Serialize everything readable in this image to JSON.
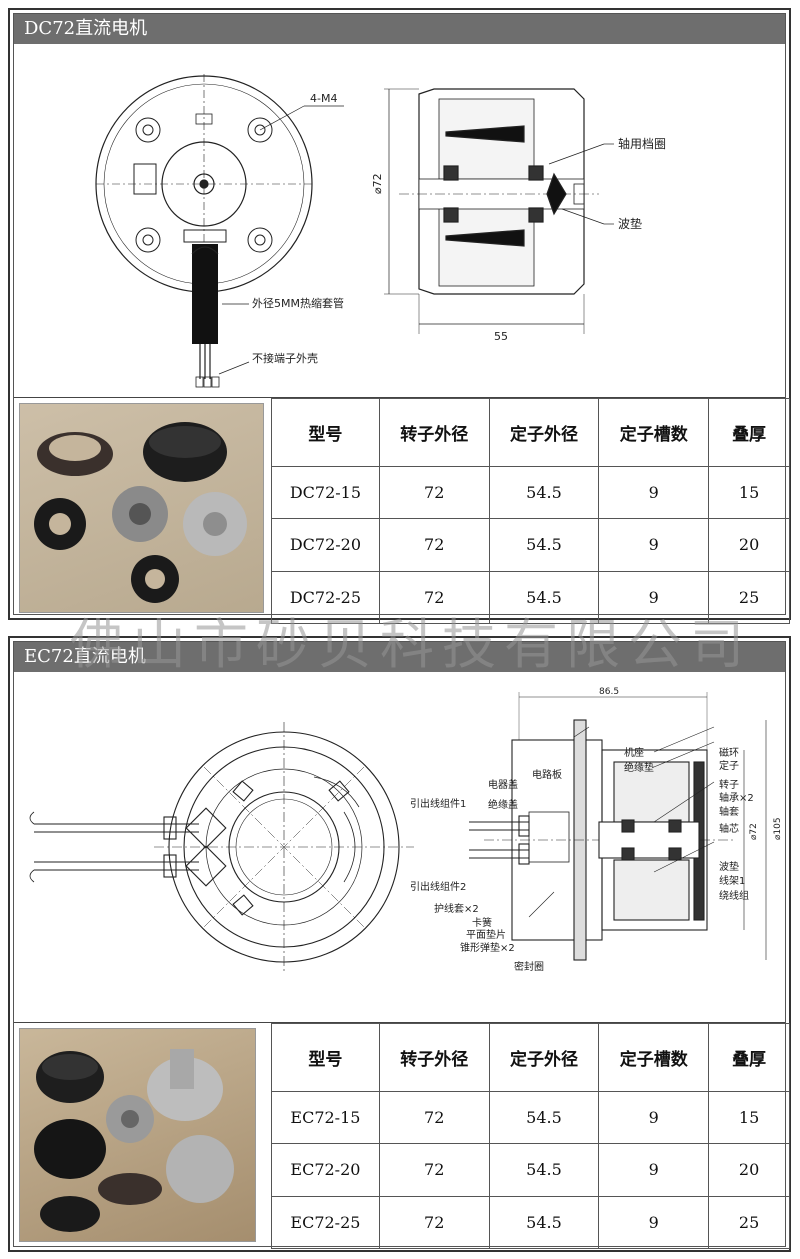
{
  "watermark": "佛山市砂贝科技有限公司",
  "dc": {
    "title": "DC72直流电机",
    "labels": {
      "m4": "4-M4",
      "sleeve": "外径5MM热缩套管",
      "no_terminal": "不接端子外壳",
      "bearing_ring": "轴用档圈",
      "wave_washer": "波垫",
      "dia": "⌀72",
      "length": "55"
    },
    "table": {
      "headers": [
        "型号",
        "转子外径",
        "定子外径",
        "定子槽数",
        "叠厚"
      ],
      "rows": [
        [
          "DC72-15",
          "72",
          "54.5",
          "9",
          "15"
        ],
        [
          "DC72-20",
          "72",
          "54.5",
          "9",
          "20"
        ],
        [
          "DC72-25",
          "72",
          "54.5",
          "9",
          "25"
        ]
      ]
    }
  },
  "ec": {
    "title": "EC72直流电机",
    "labels": {
      "lead1": "引出线组件1",
      "lead2": "引出线组件2",
      "sheath": "护线套×2",
      "circlip": "卡簧",
      "flat_washer": "平面垫片",
      "cone_washer": "锥形弹垫×2",
      "seal": "密封圈",
      "pcb_cover": "电器盖",
      "insulation_cover": "绝缘盖",
      "pcb": "电路板",
      "base": "机座",
      "insulation_pad": "绝缘垫",
      "magnet_ring": "磁环",
      "stator": "定子",
      "rotor": "转子",
      "bearing": "轴承×2",
      "shaft_sleeve": "轴套",
      "shaft_core": "轴芯",
      "wave_washer": "波垫",
      "frame": "线架1",
      "winding": "绕线组",
      "dim_width": "86.5",
      "dim_d72": "⌀72",
      "dim_d105": "⌀105"
    },
    "table": {
      "headers": [
        "型号",
        "转子外径",
        "定子外径",
        "定子槽数",
        "叠厚"
      ],
      "rows": [
        [
          "EC72-15",
          "72",
          "54.5",
          "9",
          "15"
        ],
        [
          "EC72-20",
          "72",
          "54.5",
          "9",
          "20"
        ],
        [
          "EC72-25",
          "72",
          "54.5",
          "9",
          "25"
        ]
      ]
    }
  }
}
